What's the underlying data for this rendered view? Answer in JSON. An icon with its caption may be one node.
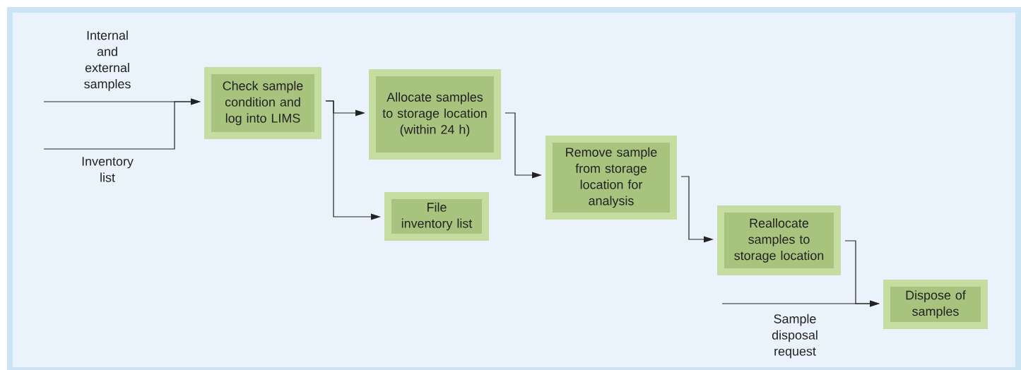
{
  "diagram": {
    "nodes": [
      {
        "text": [
          "Check sample condition and log into LIMS"
        ]
      },
      {
        "text": [
          "Allocate samples to storage location (within 24 h)"
        ]
      },
      {
        "text": [
          "File inventory list"
        ]
      },
      {
        "text": [
          "Remove sample from storage location for analysis"
        ]
      },
      {
        "text": [
          "Reallocate samples to storage location"
        ]
      },
      {
        "text": [
          "Dispose of samples"
        ]
      }
    ],
    "edges": [
      {
        "from": null,
        "to": 0,
        "arrow": "to",
        "label": "Internal and external samples"
      },
      {
        "from": null,
        "to": 0,
        "arrow": "to",
        "label": "Inventory list"
      },
      {
        "from": 0,
        "to": 1,
        "arrow": "to"
      },
      {
        "from": 0,
        "to": 2,
        "arrow": "to"
      },
      {
        "from": 1,
        "to": 3,
        "arrow": "to"
      },
      {
        "from": 3,
        "to": 4,
        "arrow": "to"
      },
      {
        "from": 4,
        "to": 5,
        "arrow": "to"
      },
      {
        "from": null,
        "to": 5,
        "arrow": "to",
        "label": "Sample disposal request"
      }
    ]
  }
}
